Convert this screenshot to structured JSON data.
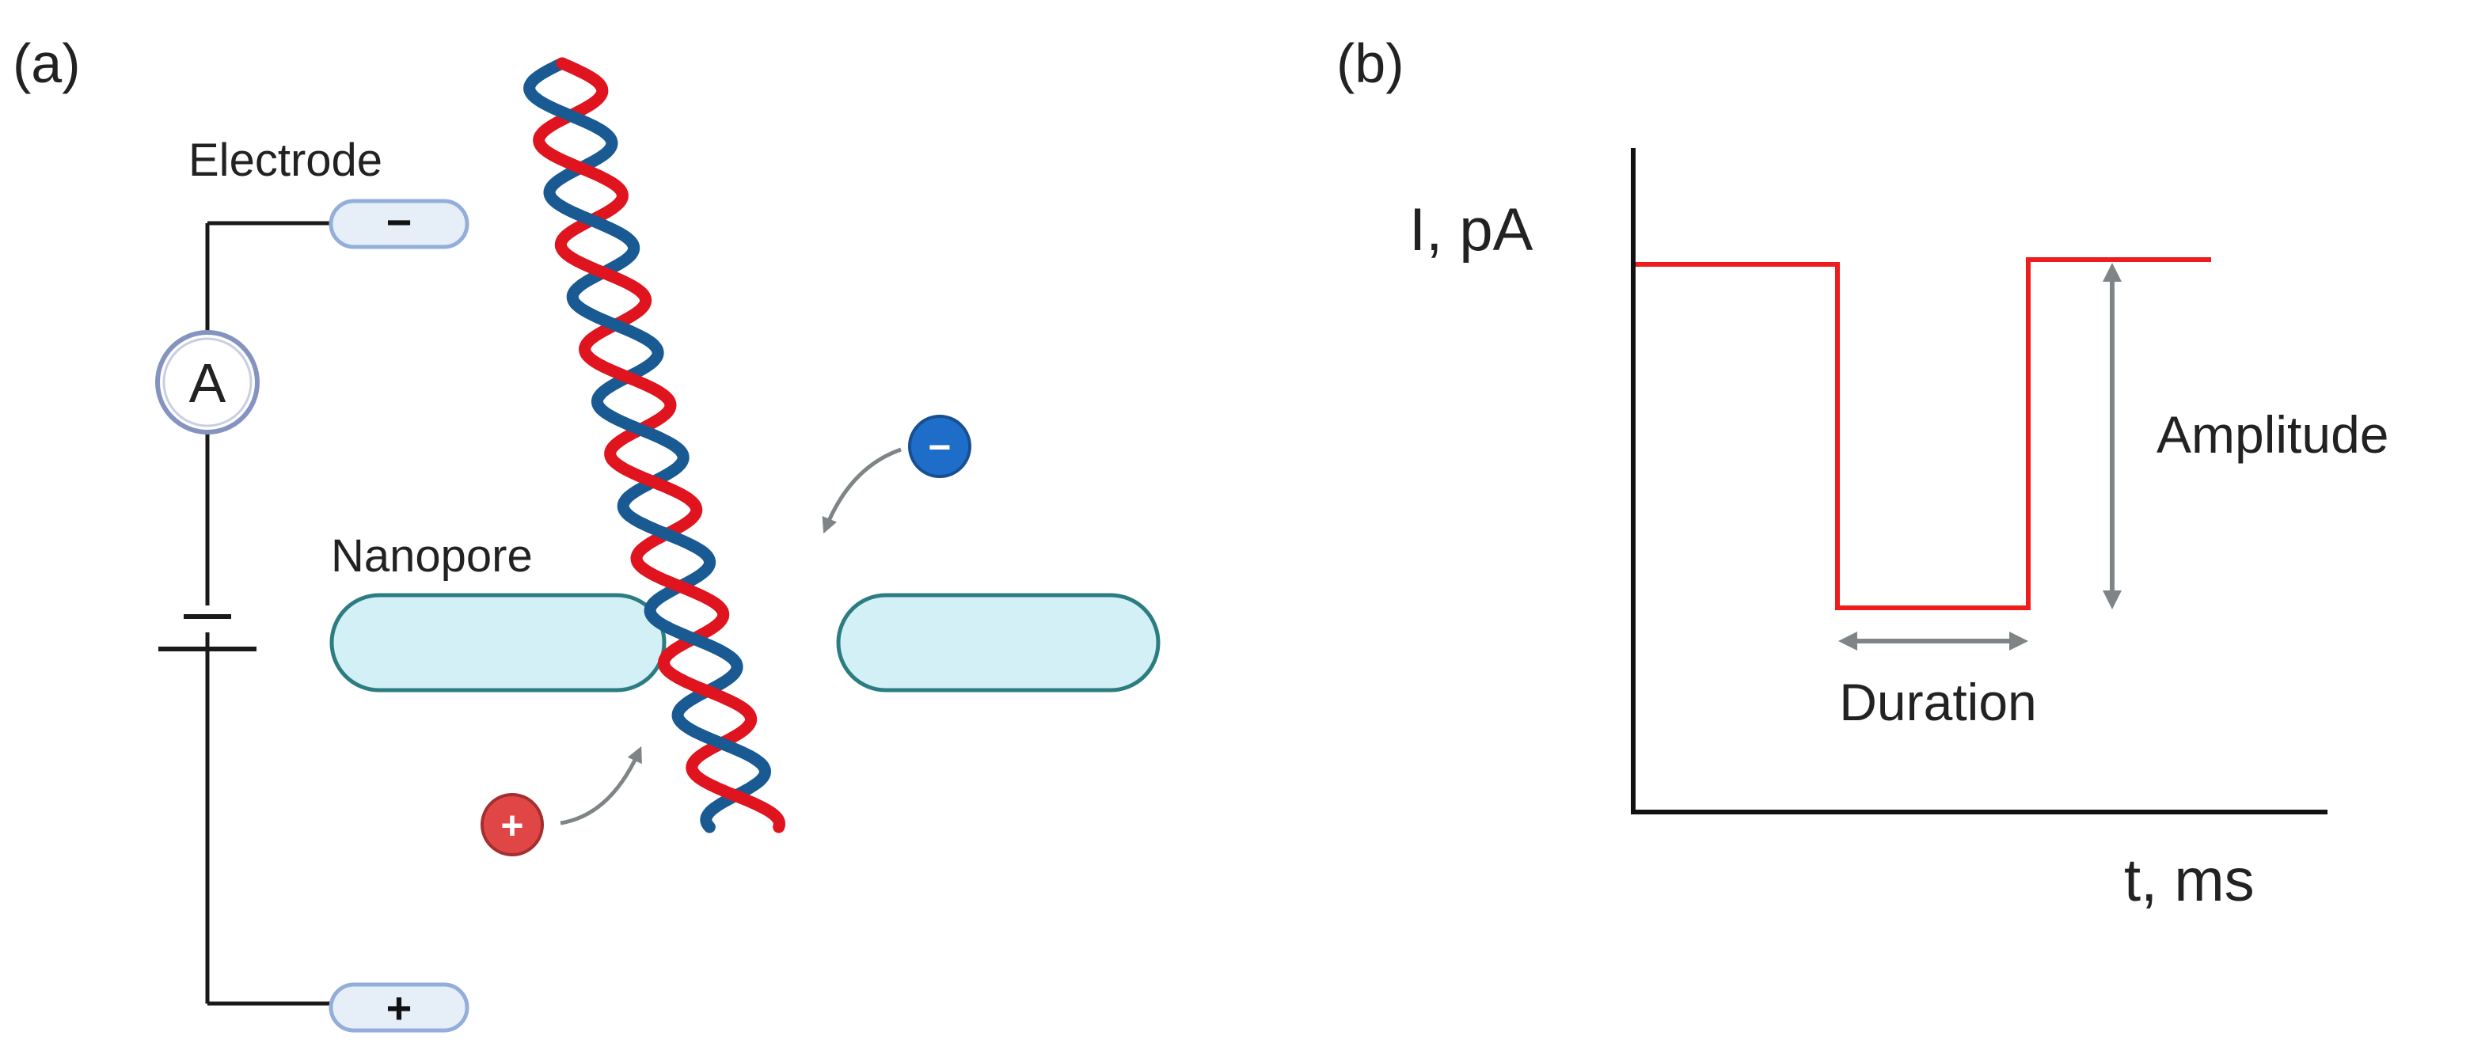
{
  "panel_a": {
    "label": "(a)",
    "electrode_label": "Electrode",
    "nanopore_label": "Nanopore",
    "ammeter_symbol": "A",
    "electrode_top_sign": "−",
    "electrode_bottom_sign": "+",
    "anion_sign": "−",
    "cation_sign": "+"
  },
  "panel_b": {
    "label": "(b)",
    "y_axis_label": "I, pA",
    "x_axis_label": "t, ms",
    "amplitude_label": "Amplitude",
    "duration_label": "Duration"
  },
  "colors": {
    "strand_red": "#e0141e",
    "strand_blue": "#1a5a93",
    "membrane_fill": "#d3f0f6",
    "membrane_stroke": "#2c7d82",
    "electrode_fill": "#e6eef8",
    "electrode_stroke": "#93aedb",
    "wire": "#1a1a1a",
    "signal": "#ee1c1c",
    "annotation_arrow": "#7f8586",
    "anion": "#1e6dc8",
    "cation": "#e04646"
  }
}
